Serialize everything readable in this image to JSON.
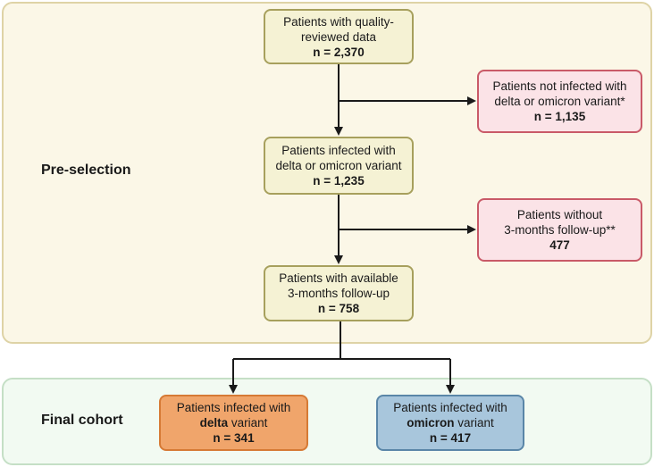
{
  "sections": {
    "pre_selection": "Pre-selection",
    "final_cohort": "Final cohort"
  },
  "boxes": {
    "quality": {
      "line1": "Patients with quality-",
      "line2": "reviewed data",
      "n": "n = 2,370"
    },
    "not_infected": {
      "line1": "Patients not infected with",
      "line2": "delta or omicron variant*",
      "n": "n = 1,135"
    },
    "infected": {
      "line1": "Patients infected with",
      "line2": "delta or omicron variant",
      "n": "n = 1,235"
    },
    "no_followup": {
      "line1": "Patients without",
      "line2": "3-months follow-up**",
      "n": "477"
    },
    "available": {
      "line1": "Patients with available",
      "line2": "3-months follow-up",
      "n": "n = 758"
    },
    "delta": {
      "line1": "Patients infected with",
      "variant": "delta",
      "suffix": " variant",
      "n": "n = 341"
    },
    "omicron": {
      "line1": "Patients infected with",
      "variant": "omicron",
      "suffix": " variant",
      "n": "n = 417"
    }
  },
  "colors": {
    "pre_panel": "#fbf7e7",
    "final_panel": "#f2faf2",
    "yellow_box": "#f5f2d4",
    "pink_box": "#fbe3e7",
    "orange_box": "#f0a56b",
    "blue_box": "#a8c6dc"
  }
}
